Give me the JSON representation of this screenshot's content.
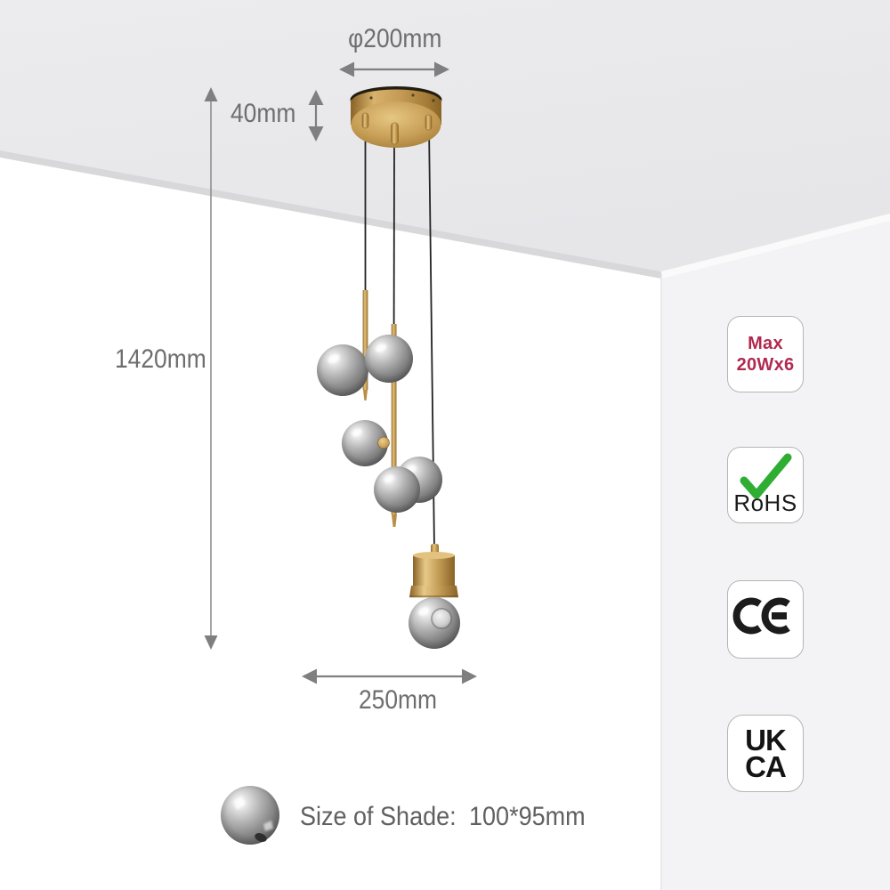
{
  "dimensions": {
    "canopy_diameter": "φ200mm",
    "canopy_height": "40mm",
    "drop_length": "1420mm",
    "fixture_width": "250mm"
  },
  "shade_note": {
    "label": "Size of Shade:",
    "value": "100*95mm"
  },
  "badges": {
    "max_wattage": {
      "line1": "Max",
      "line2": "20Wx6"
    },
    "rohs": {
      "label": "RoHS"
    },
    "ce": {
      "label": "CE"
    },
    "ukca": {
      "line1": "UK",
      "line2": "CA"
    }
  },
  "icons": {
    "rohs_check": "checkmark-icon",
    "ce_mark": "ce-mark-icon",
    "diameter_arrow": "horizontal-double-arrow-icon",
    "height_arrow": "vertical-double-arrow-icon",
    "drop_arrow": "vertical-double-arrow-icon",
    "width_arrow": "horizontal-double-arrow-icon"
  },
  "colors": {
    "ceiling_gray": "#e9e9eb",
    "right_wall_gray": "#f3f3f5",
    "left_wall_white": "#ffffff",
    "brass_gold": "#c49a54",
    "smoke_glass": "#9a9a9a",
    "cable_black": "#222222",
    "dimension_text": "#6e6e6e",
    "arrow_gray": "#7f7f7f",
    "max_wattage_red": "#b02a50",
    "rohs_check_green": "#2fae33",
    "badge_border": "#b5b5b5",
    "mark_black": "#1c1c1c"
  }
}
